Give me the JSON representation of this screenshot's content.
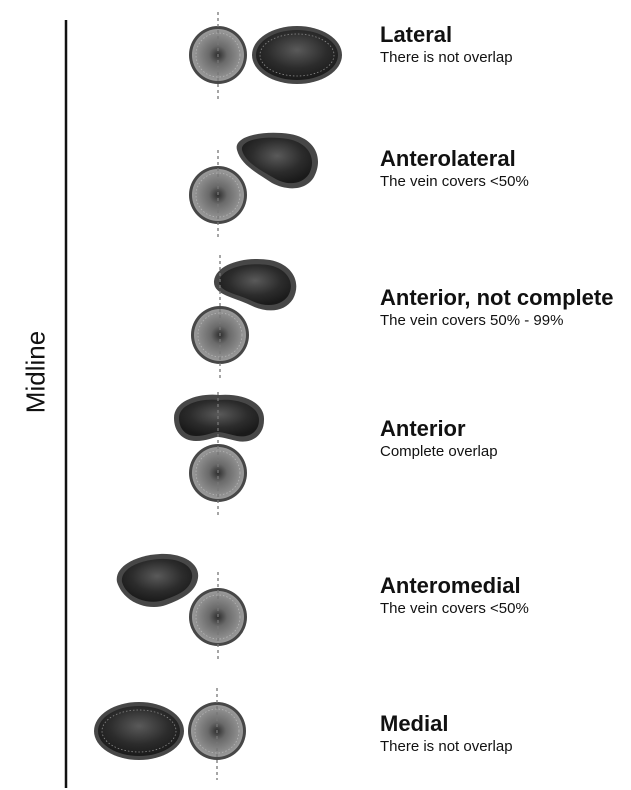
{
  "midline_label": "Midline",
  "panels": [
    {
      "title": "Lateral",
      "description": "There is not overlap"
    },
    {
      "title": "Anterolateral",
      "description": "The vein covers <50%"
    },
    {
      "title": "Anterior, not complete",
      "description": "The vein covers 50% - 99%"
    },
    {
      "title": "Anterior",
      "description": "Complete overlap"
    },
    {
      "title": "Anteromedial",
      "description": "The vein covers <50%"
    },
    {
      "title": "Medial",
      "description": "There is not overlap"
    }
  ]
}
